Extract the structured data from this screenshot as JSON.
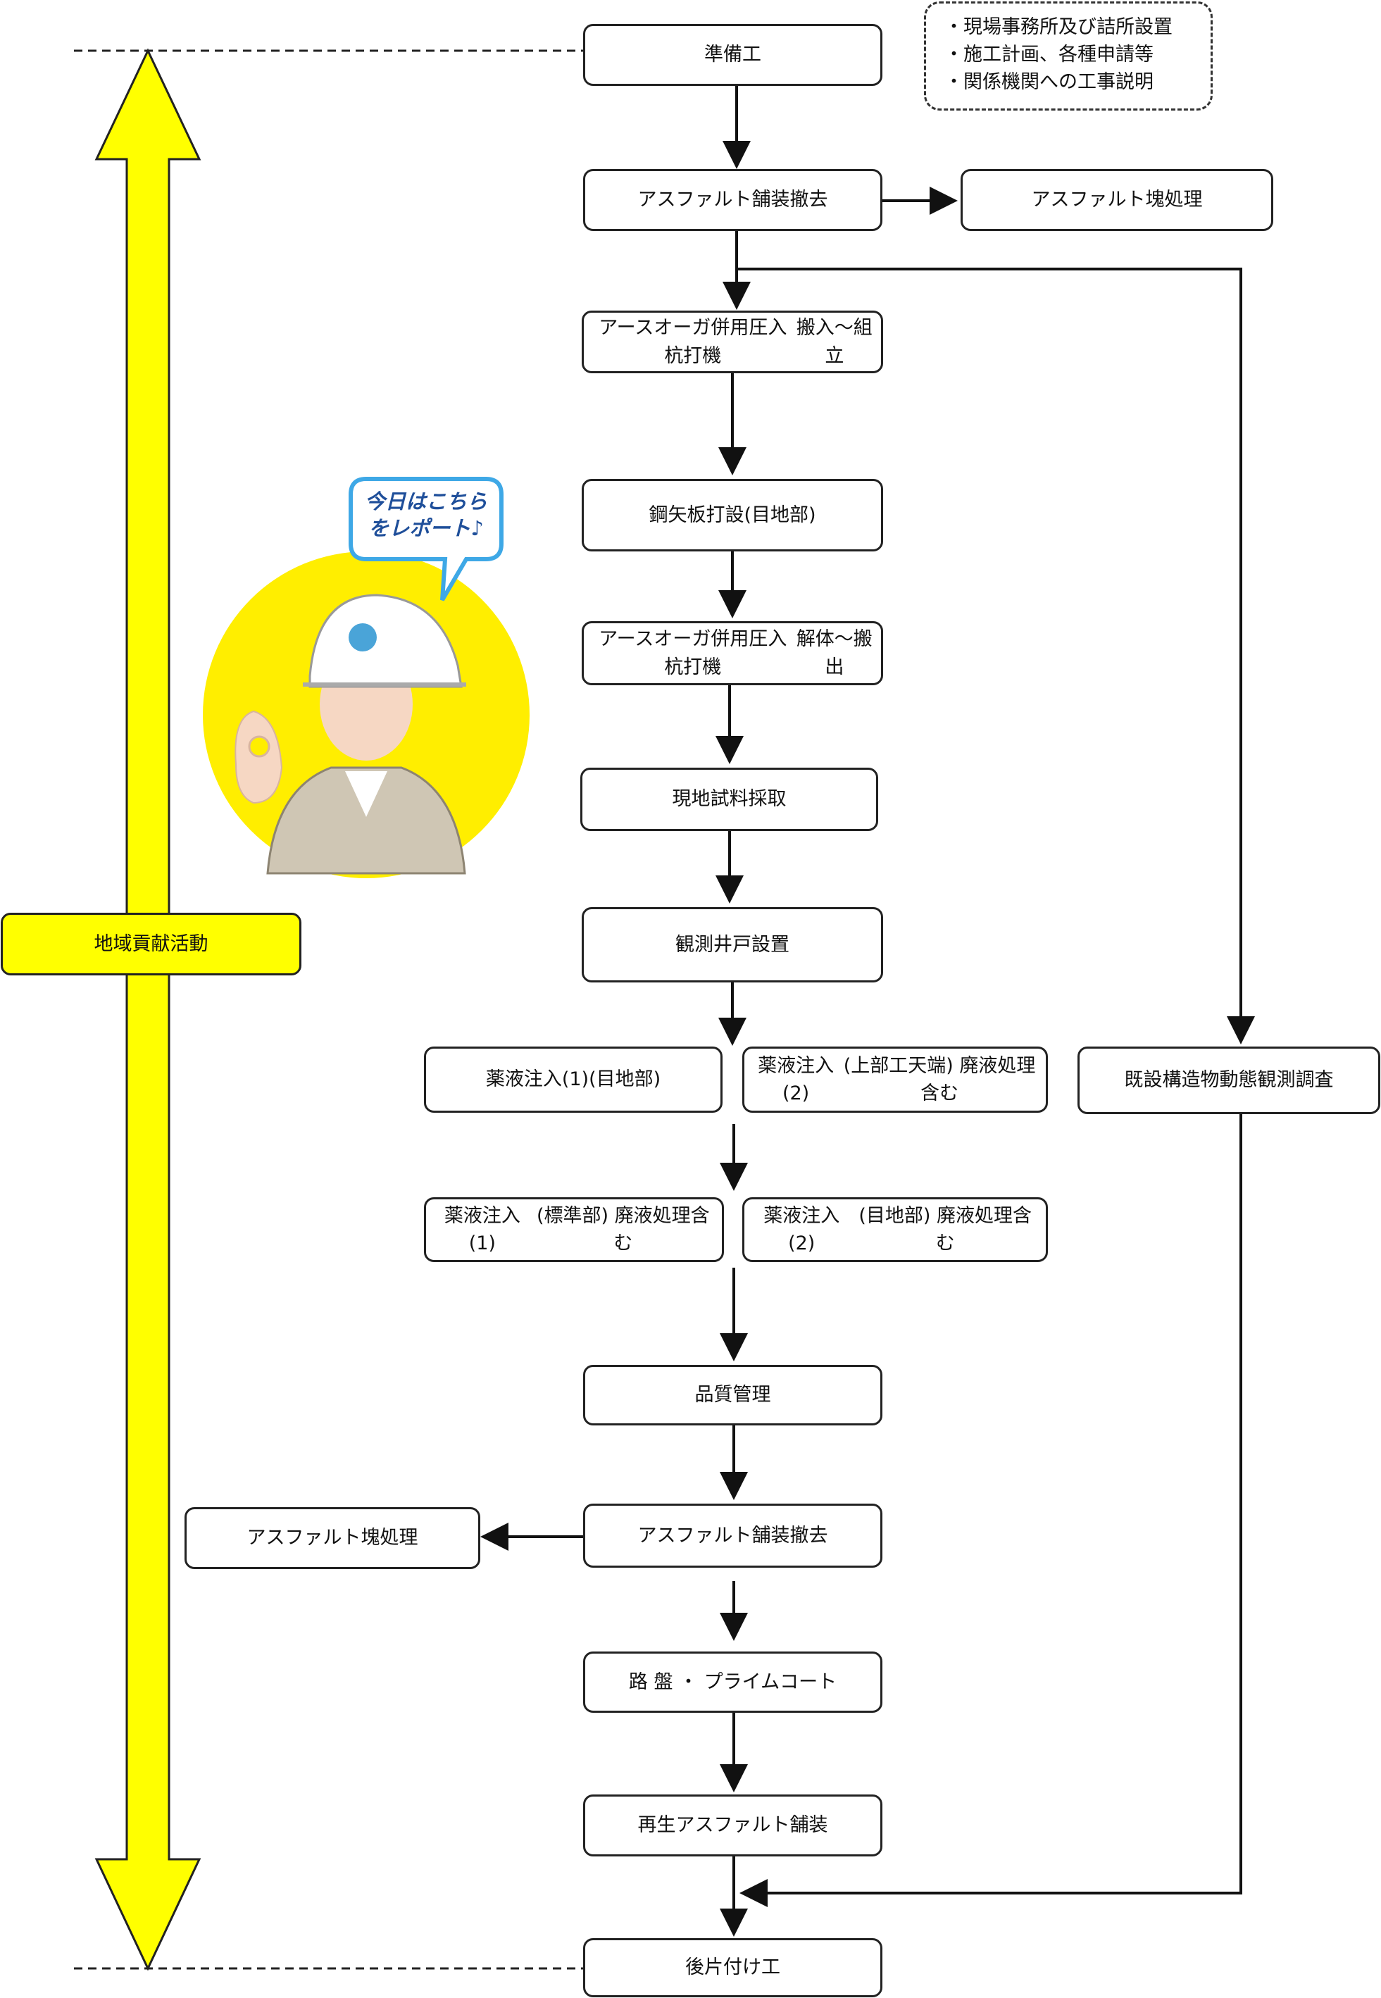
{
  "notes": [
    "・現場事務所及び詰所設置",
    "・施工計画、各種申請等",
    "・関係機関への工事説明"
  ],
  "side_label": "地域貢献活動",
  "bubble": [
    "今日はこちら",
    "をレポート♪"
  ],
  "steps": {
    "s1": [
      "準備工"
    ],
    "s2": [
      "アスファルト舗装撤去"
    ],
    "s2r": [
      "アスファルト塊処理"
    ],
    "s3": [
      "アースオーガ併用圧入杭打機",
      "搬入～組立"
    ],
    "s4": [
      "鋼矢板打設(目地部)"
    ],
    "s5": [
      "アースオーガ併用圧入杭打機",
      "解体～搬出"
    ],
    "s6": [
      "現地試料採取"
    ],
    "s7": [
      "観測井戸設置"
    ],
    "s8a": [
      "薬液注入(1)",
      "(目地部)"
    ],
    "s8b": [
      "薬液注入(2)",
      "(上部工天端) 廃液処理含む"
    ],
    "s8r": [
      "既設構造物動態観測調査"
    ],
    "s9a": [
      "薬液注入(1)",
      "(標準部) 廃液処理含む"
    ],
    "s9b": [
      "薬液注入(2)",
      "(目地部) 廃液処理含む"
    ],
    "s10": [
      "品質管理"
    ],
    "s11": [
      "アスファルト舗装撤去"
    ],
    "s11l": [
      "アスファルト塊処理"
    ],
    "s12": [
      "路 盤 ・ プライムコート"
    ],
    "s13": [
      "再生アスファルト舗装"
    ],
    "s14": [
      "後片付け工"
    ]
  },
  "colors": {
    "arrow_yellow": "#ffff00",
    "circle_yellow": "#ffee00",
    "bubble_blue": "#1f4f9a",
    "line": "#111111"
  }
}
